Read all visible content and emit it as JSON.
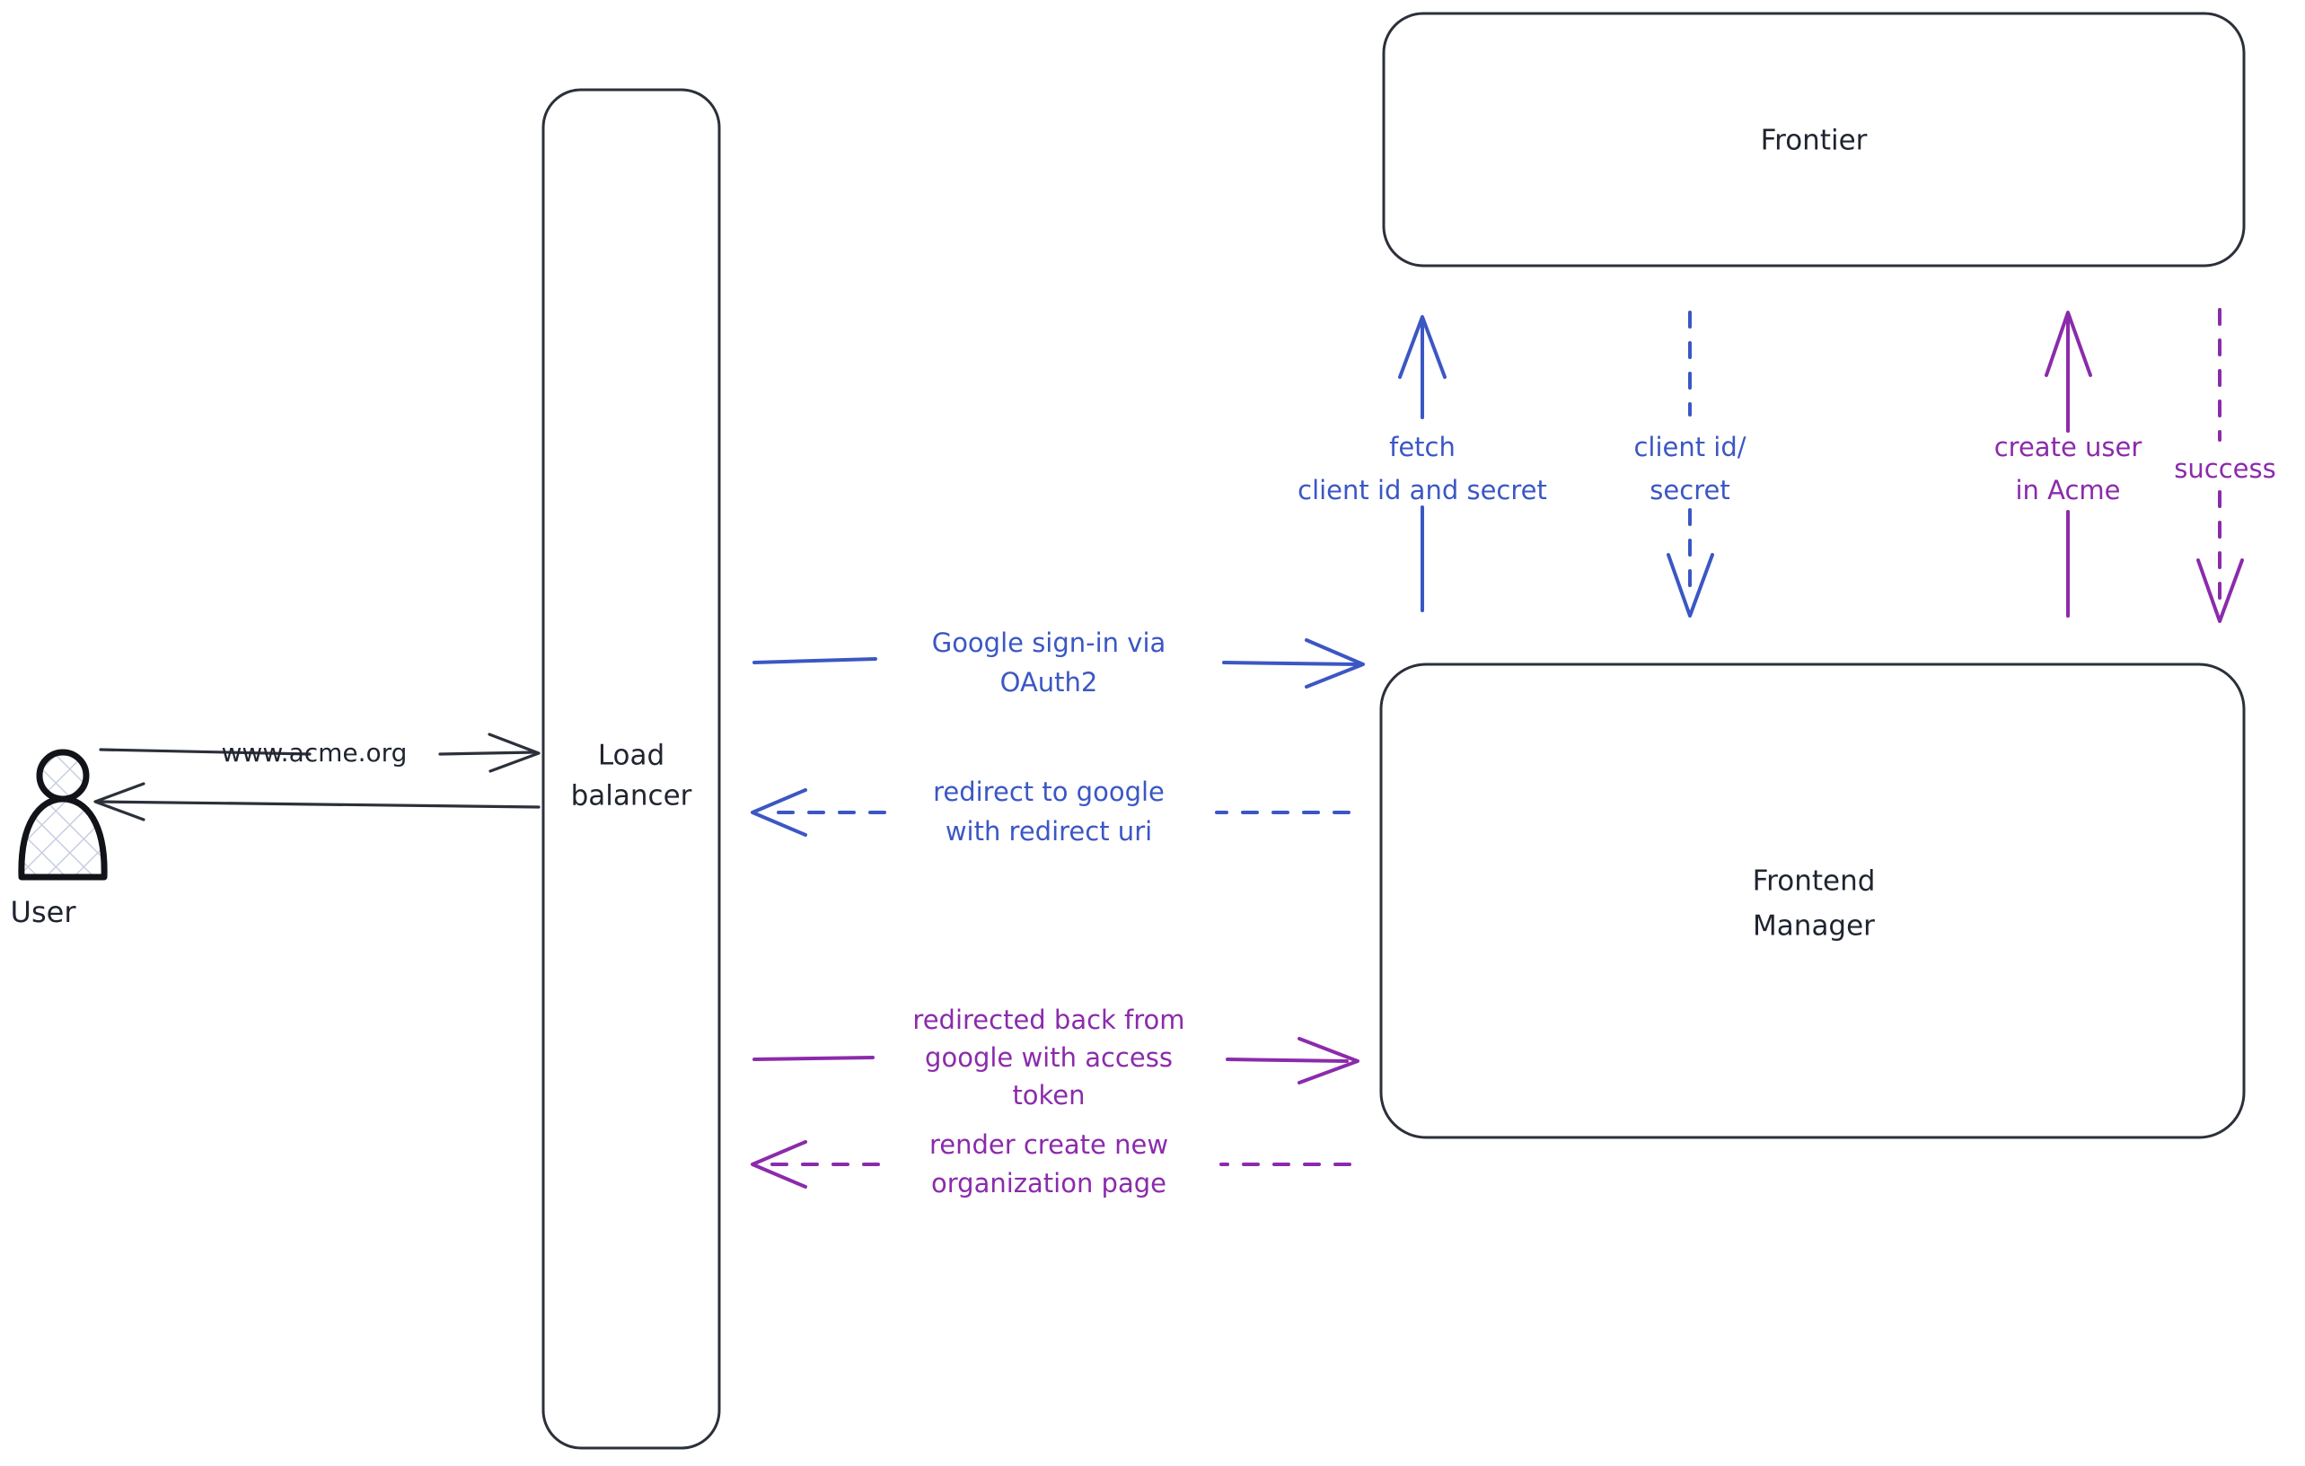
{
  "diagram": {
    "title": "Google OAuth2 sign-in flow",
    "colors": {
      "black": "#2b303a",
      "blue": "#3b57c4",
      "purple": "#8b2bab",
      "background": "#ffffff"
    },
    "actors": [
      {
        "id": "user",
        "label": "User",
        "icon": "person-icon"
      }
    ],
    "nodes": [
      {
        "id": "load-balancer",
        "label_line1": "Load",
        "label_line2": "balancer"
      },
      {
        "id": "frontier",
        "label": "Frontier"
      },
      {
        "id": "frontend-manager",
        "label_line1": "Frontend",
        "label_line2": "Manager"
      }
    ],
    "edges": [
      {
        "id": "user-to-lb",
        "from": "user",
        "to": "load-balancer",
        "color": "black",
        "style": "solid",
        "direction": "right",
        "label": "www.acme.org"
      },
      {
        "id": "lb-to-user",
        "from": "load-balancer",
        "to": "user",
        "color": "black",
        "style": "solid",
        "direction": "left",
        "label": ""
      },
      {
        "id": "lb-to-fm-signin",
        "from": "load-balancer",
        "to": "frontend-manager",
        "color": "blue",
        "style": "solid",
        "direction": "right",
        "label_line1": "Google sign-in via",
        "label_line2": "OAuth2"
      },
      {
        "id": "fm-to-lb-redirect",
        "from": "frontend-manager",
        "to": "load-balancer",
        "color": "blue",
        "style": "dashed",
        "direction": "left",
        "label_line1": "redirect to google",
        "label_line2": "with redirect uri"
      },
      {
        "id": "lb-to-fm-token",
        "from": "load-balancer",
        "to": "frontend-manager",
        "color": "purple",
        "style": "solid",
        "direction": "right",
        "label_line1": "redirected back from",
        "label_line2": "google with access",
        "label_line3": "token"
      },
      {
        "id": "fm-to-lb-render",
        "from": "frontend-manager",
        "to": "load-balancer",
        "color": "purple",
        "style": "dashed",
        "direction": "left",
        "label_line1": "render create new",
        "label_line2": "organization page"
      },
      {
        "id": "fm-to-frontier-fetch",
        "from": "frontend-manager",
        "to": "frontier",
        "color": "blue",
        "style": "solid",
        "direction": "up",
        "label_line1": "fetch",
        "label_line2": "client id and secret"
      },
      {
        "id": "frontier-to-fm-creds",
        "from": "frontier",
        "to": "frontend-manager",
        "color": "blue",
        "style": "dashed",
        "direction": "down",
        "label_line1": "client id/",
        "label_line2": "secret"
      },
      {
        "id": "fm-to-frontier-create-user",
        "from": "frontend-manager",
        "to": "frontier",
        "color": "purple",
        "style": "solid",
        "direction": "up",
        "label_line1": "create user",
        "label_line2": "in Acme"
      },
      {
        "id": "frontier-to-fm-success",
        "from": "frontier",
        "to": "frontend-manager",
        "color": "purple",
        "style": "dashed",
        "direction": "down",
        "label": "success"
      }
    ]
  }
}
